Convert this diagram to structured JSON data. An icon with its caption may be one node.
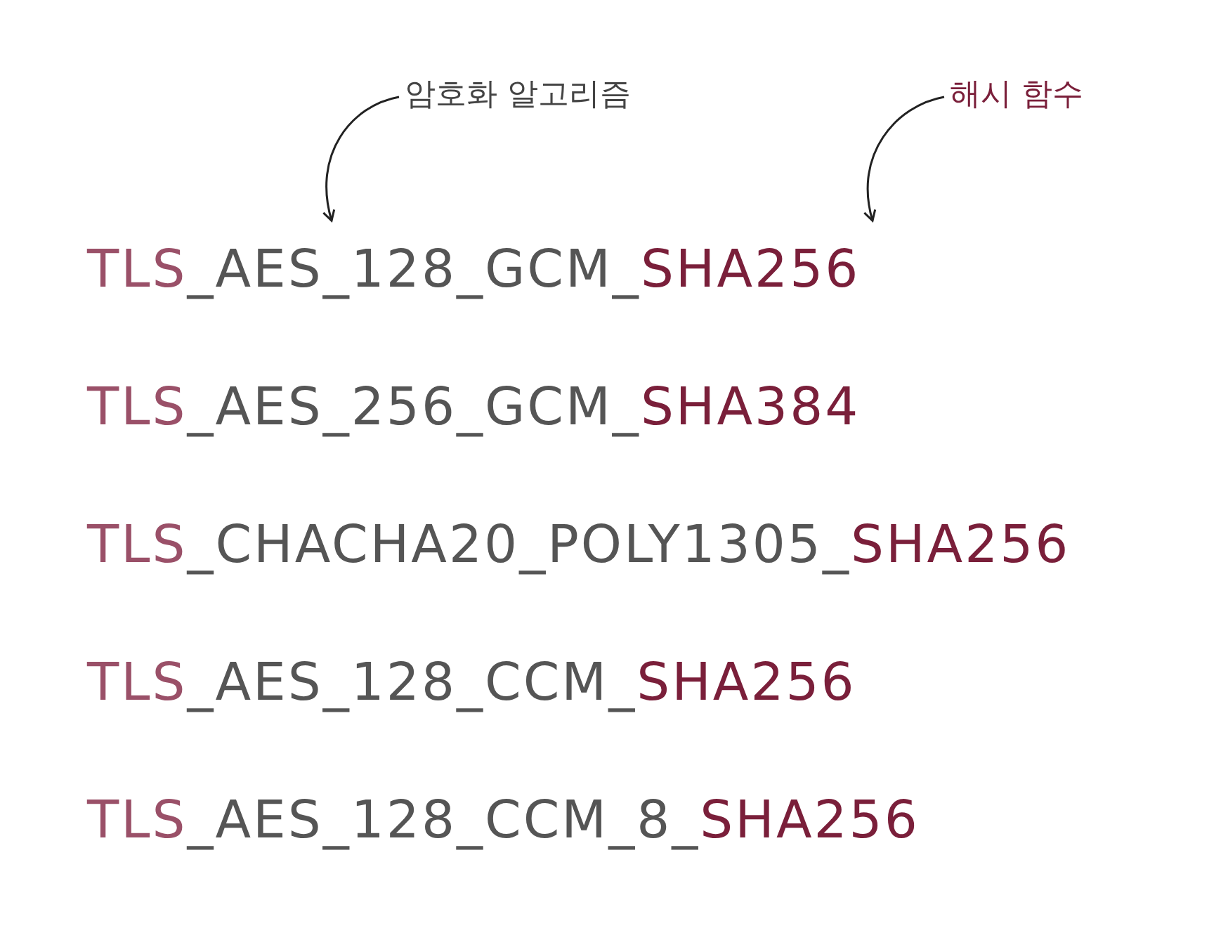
{
  "diagram": {
    "nodes": [
      {
        "text": [
          "암호화 알고리즘"
        ]
      },
      {
        "text": [
          "해시 함수"
        ]
      }
    ],
    "edges": [
      {
        "from": 0,
        "to": null,
        "arrow": "to"
      },
      {
        "from": 1,
        "to": null,
        "arrow": "to"
      }
    ],
    "labels": [
      "TLS_AES_128_GCM_SHA256",
      "TLS_AES_256_GCM_SHA384",
      "TLS_CHACHA20_POLY1305_SHA256",
      "TLS_AES_128_CCM_SHA256",
      "TLS_AES_128_CCM_8_SHA256"
    ]
  }
}
